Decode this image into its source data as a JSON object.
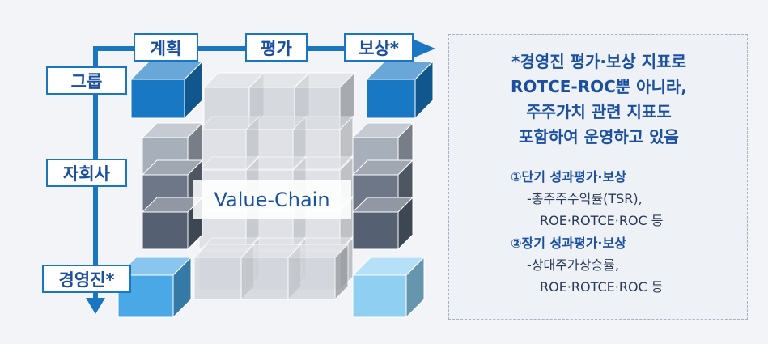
{
  "axis_top": {
    "plan": "계획",
    "eval": "평가",
    "reward": "보상*"
  },
  "axis_left": {
    "group": "그룹",
    "subsidiary": "자회사",
    "management": "경영진*"
  },
  "center_label": "Value-Chain",
  "info": {
    "title_lines": [
      "*경영진 평가·보상 지표로",
      "ROTCE-ROC뿐 아니라,",
      "주주가치 관련 지표도",
      "포함하여 운영하고 있음"
    ],
    "short_term_head": "①단기 성과평가·보상",
    "short_term_1": "-총주주수익률(TSR),",
    "short_term_2": "ROE·ROTCE·ROC 등",
    "long_term_head": "②장기 성과평가·보상",
    "long_term_1": "-상대주가상승률,",
    "long_term_2": "ROE·ROTCE·ROC 등"
  },
  "colors": {
    "arrow": "#1b76c2",
    "cube_blue": "#1878c3",
    "cube_light": "#4aa8e6",
    "cube_pale": "#8ecff2",
    "cube_gray": "#cfd3d9",
    "cube_dark": "#556173"
  }
}
